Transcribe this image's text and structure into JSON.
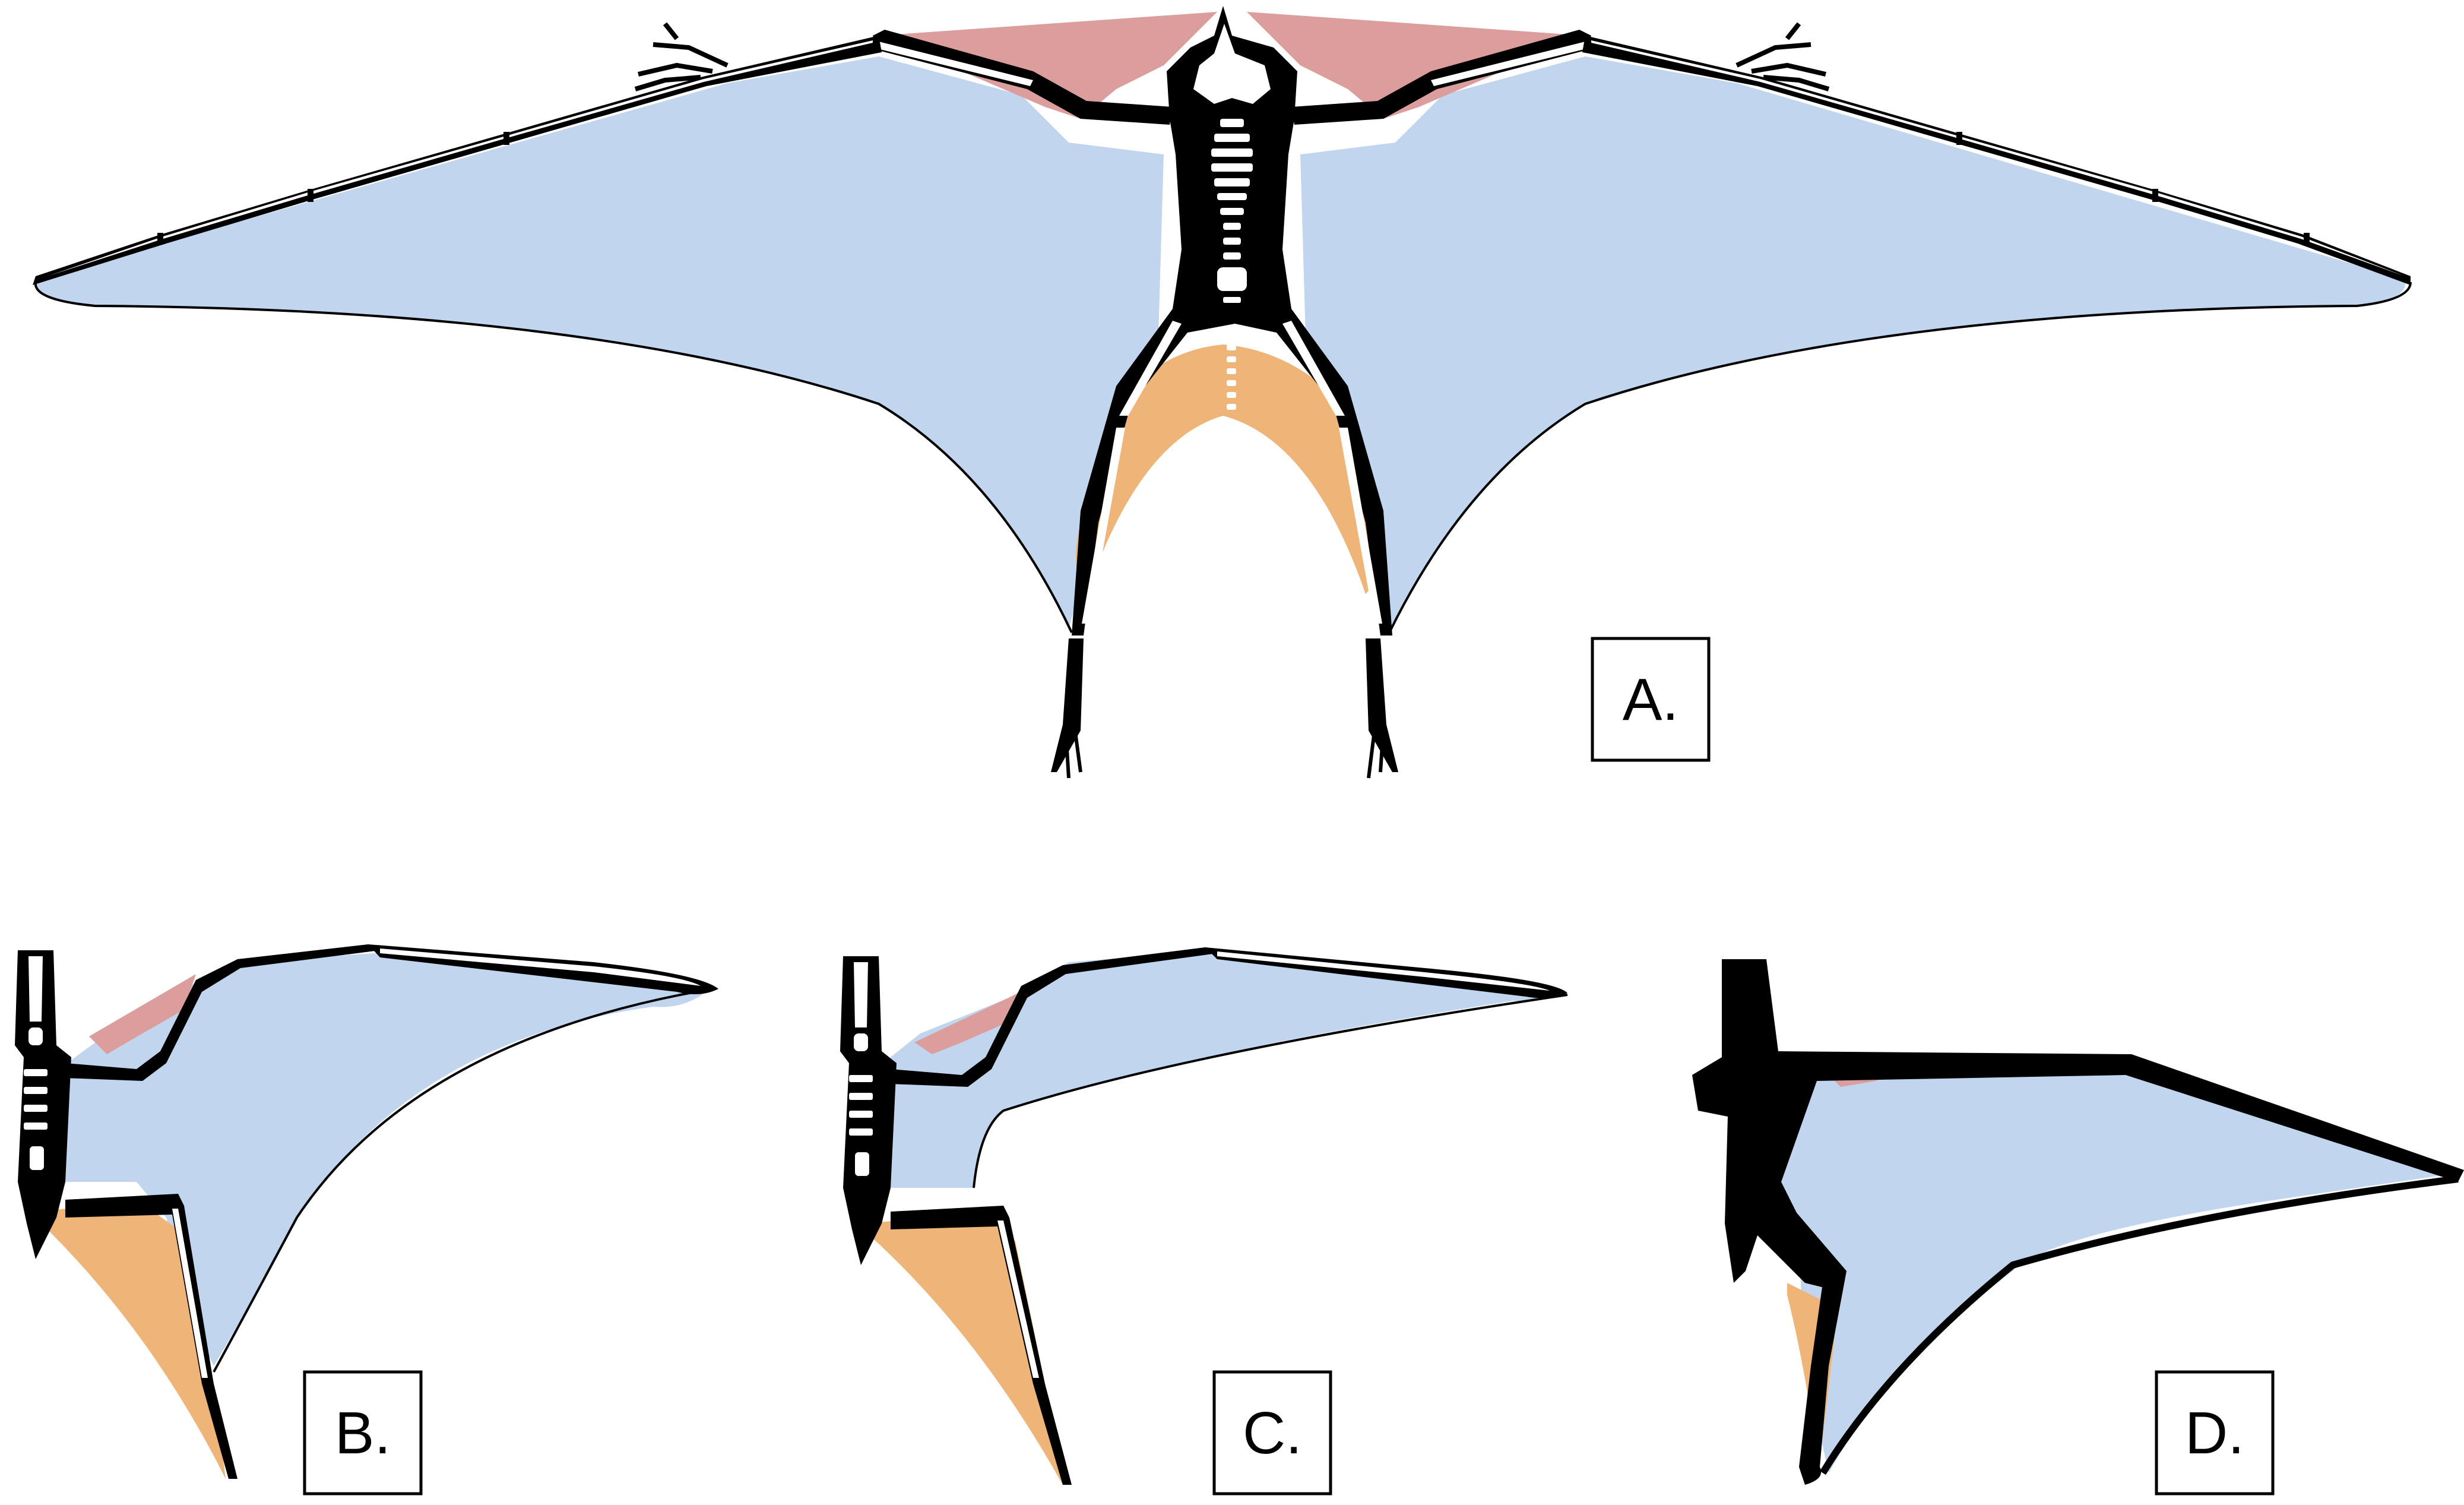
{
  "colors": {
    "brachiopatagium": "#c2d5ee",
    "propatagium": "#dc9d9d",
    "uropatagium": "#eeb478",
    "skeleton": "#000000",
    "background": "#ffffff"
  },
  "panels": [
    {
      "id": "A",
      "label": "A."
    },
    {
      "id": "B",
      "label": "B."
    },
    {
      "id": "C",
      "label": "C."
    },
    {
      "id": "D",
      "label": "D."
    }
  ]
}
